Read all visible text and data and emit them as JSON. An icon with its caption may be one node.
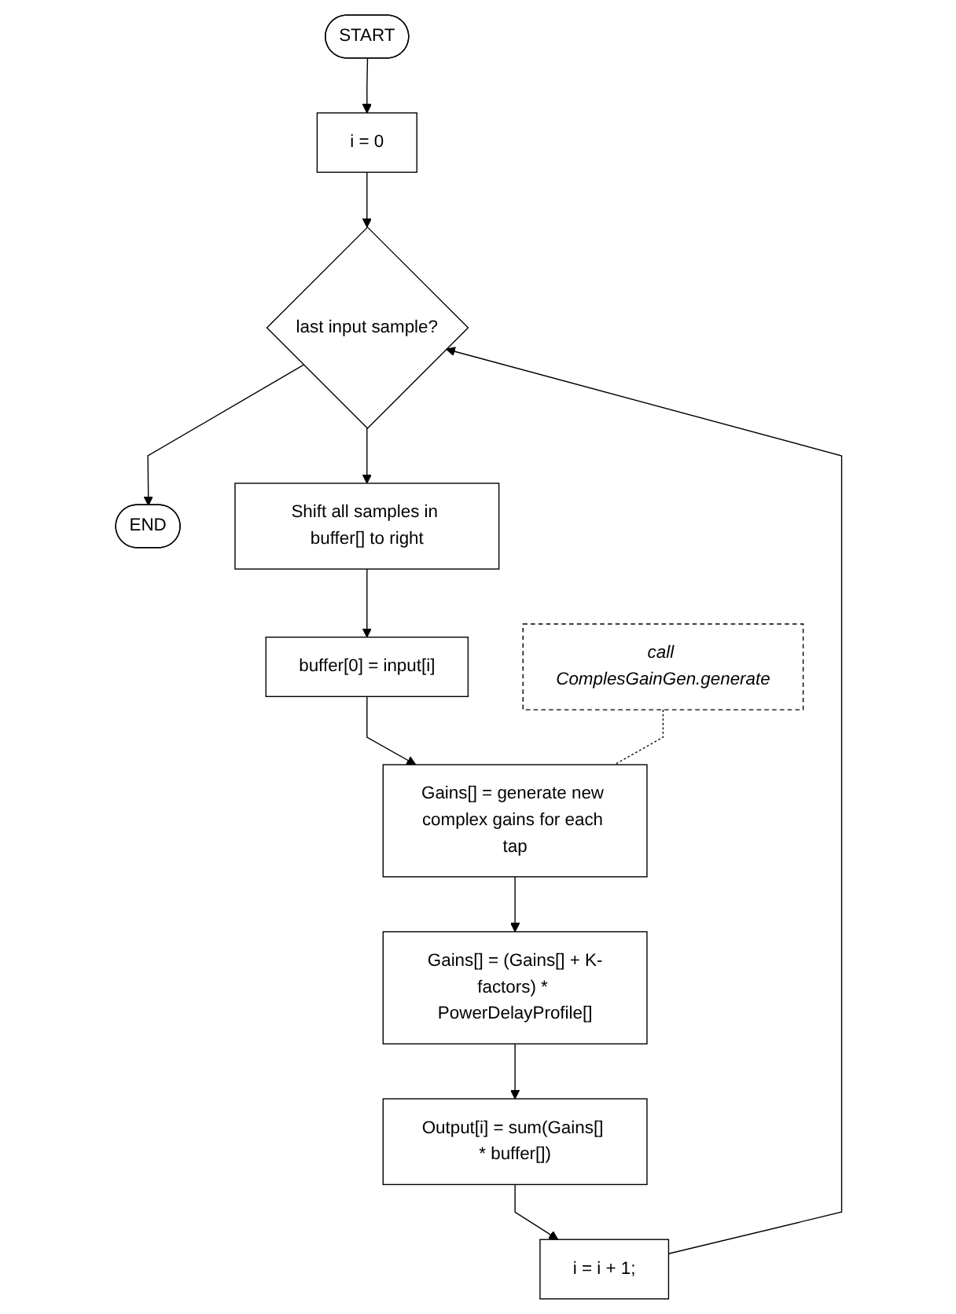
{
  "diagram": {
    "nodes": [
      {
        "text": [
          "START"
        ]
      },
      {
        "text": [
          "i = 0"
        ]
      },
      {
        "text": [
          "last input sample?"
        ]
      },
      {
        "text": [
          "END"
        ]
      },
      {
        "text": [
          "Shift all samples in buffer[] to right"
        ]
      },
      {
        "text": [
          "buffer[0] = input[i]"
        ]
      },
      {
        "text": [
          "Gains[] = generate new complex gains for each tap"
        ]
      },
      {
        "text": [
          "call ComplesGainGen.generate"
        ]
      },
      {
        "text": [
          "Gains[] = (Gains[] + K-factors) * PowerDelayProfile[]"
        ]
      },
      {
        "text": [
          "Output[i] = sum(Gains[] * buffer[])"
        ]
      },
      {
        "text": [
          "i = i + 1;"
        ]
      }
    ],
    "edges": [
      {
        "from": 0,
        "to": 1,
        "arrow": "to"
      },
      {
        "from": 1,
        "to": 2,
        "arrow": "to"
      },
      {
        "from": 2,
        "to": 4,
        "arrow": "to"
      },
      {
        "from": 2,
        "to": 3,
        "arrow": "to"
      },
      {
        "from": 4,
        "to": 5,
        "arrow": "to"
      },
      {
        "from": 5,
        "to": 6,
        "arrow": "to"
      },
      {
        "from": 7,
        "to": 6,
        "arrow": "none",
        "style": "dashed"
      },
      {
        "from": 6,
        "to": 8,
        "arrow": "to"
      },
      {
        "from": 8,
        "to": 9,
        "arrow": "to"
      },
      {
        "from": 9,
        "to": 10,
        "arrow": "to"
      },
      {
        "from": 10,
        "to": 2,
        "arrow": "to"
      }
    ]
  }
}
